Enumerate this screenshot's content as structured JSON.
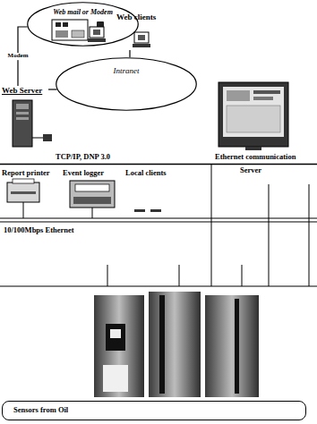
{
  "diagram": {
    "nodes": [
      {
        "text": [
          "Web mail or Modem"
        ]
      },
      {
        "text": [
          "Web clients"
        ]
      },
      {
        "text": [
          "Intranet"
        ]
      },
      {
        "text": [
          "Web Server"
        ]
      },
      {
        "text": [
          "Ethernet communication",
          "Server"
        ]
      },
      {
        "text": [
          "Report printer"
        ]
      },
      {
        "text": [
          "Event logger"
        ]
      },
      {
        "text": [
          "Local clients"
        ]
      },
      {
        "text": [
          "Sensors from Oil"
        ]
      }
    ],
    "edges": [
      {
        "from": 1,
        "to": 2,
        "arrow": "none"
      },
      {
        "from": 3,
        "to": 2,
        "arrow": "none"
      },
      {
        "from": 3,
        "to": 0,
        "label": "Modem",
        "arrow": "none"
      }
    ],
    "labels": [
      "TCP/IP, DNP 3.0",
      "10/100Mbps Ethernet"
    ]
  }
}
